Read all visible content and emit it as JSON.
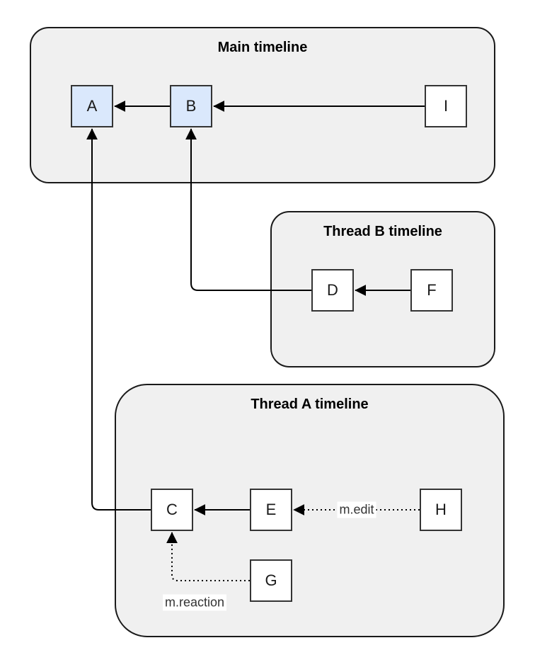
{
  "diagram": {
    "type": "event-dag-timelines",
    "containers": {
      "main": {
        "title": "Main timeline",
        "node_ids": [
          "A",
          "B",
          "I"
        ]
      },
      "thread_b": {
        "title": "Thread B timeline",
        "node_ids": [
          "D",
          "F"
        ]
      },
      "thread_a": {
        "title": "Thread A timeline",
        "node_ids": [
          "C",
          "E",
          "H",
          "G"
        ]
      }
    },
    "nodes": {
      "a": {
        "label": "A",
        "highlighted": true
      },
      "b": {
        "label": "B",
        "highlighted": true
      },
      "i": {
        "label": "I",
        "highlighted": false
      },
      "d": {
        "label": "D",
        "highlighted": false
      },
      "f": {
        "label": "F",
        "highlighted": false
      },
      "c": {
        "label": "C",
        "highlighted": false
      },
      "e": {
        "label": "E",
        "highlighted": false
      },
      "h": {
        "label": "H",
        "highlighted": false
      },
      "g": {
        "label": "G",
        "highlighted": false
      }
    },
    "edges": [
      {
        "from": "B",
        "to": "A",
        "style": "solid",
        "label": ""
      },
      {
        "from": "I",
        "to": "B",
        "style": "solid",
        "label": ""
      },
      {
        "from": "F",
        "to": "D",
        "style": "solid",
        "label": ""
      },
      {
        "from": "D",
        "to": "B",
        "style": "solid",
        "label": ""
      },
      {
        "from": "E",
        "to": "C",
        "style": "solid",
        "label": ""
      },
      {
        "from": "C",
        "to": "A",
        "style": "solid",
        "label": ""
      },
      {
        "from": "H",
        "to": "E",
        "style": "dotted",
        "label": "m.edit"
      },
      {
        "from": "G",
        "to": "C",
        "style": "dotted",
        "label": "m.reaction"
      }
    ],
    "edge_labels": {
      "edit": "m.edit",
      "reaction": "m.reaction"
    },
    "colors": {
      "container_fill": "#f0f0f0",
      "container_border": "#1a1a1a",
      "node_fill": "#ffffff",
      "node_highlight_fill": "#dae8fc",
      "node_border": "#343434",
      "arrow": "#000000",
      "title_text": "#000000",
      "edge_label_text": "#333333",
      "edge_label_bg": "#ffffff"
    }
  }
}
